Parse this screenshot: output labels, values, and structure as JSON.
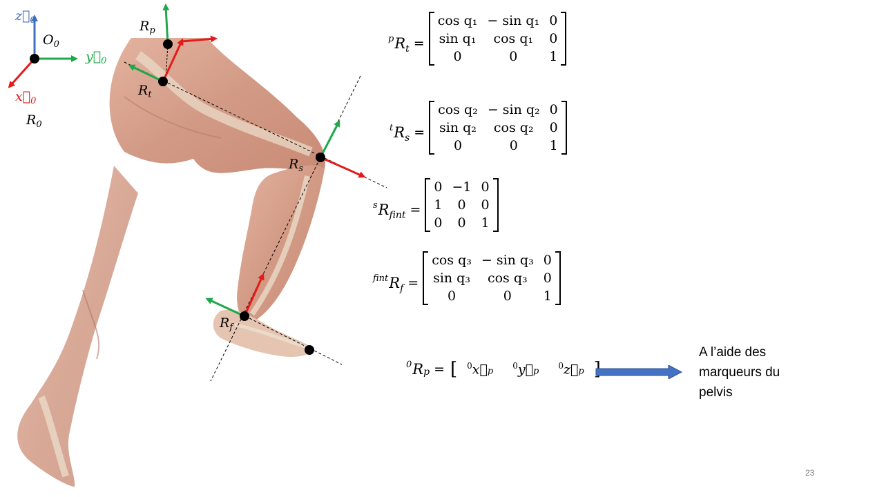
{
  "frame_labels": {
    "z0": "z⃗",
    "z0_sub": "0",
    "y0": "y⃗",
    "y0_sub": "0",
    "x0": "x⃗",
    "x0_sub": "0",
    "O0": "O",
    "O0_sub": "0",
    "R0": "R",
    "R0_sub": "0",
    "Rp": "R",
    "Rp_sub": "p",
    "Rt": "R",
    "Rt_sub": "t",
    "Rs": "R",
    "Rs_sub": "s",
    "Rf": "R",
    "Rf_sub": "f"
  },
  "matrices": [
    {
      "sup": "p",
      "R": "R",
      "sub": "t",
      "eq": "=",
      "rows": [
        [
          "cos q₁",
          "− sin q₁",
          "0"
        ],
        [
          "sin q₁",
          "cos q₁",
          "0"
        ],
        [
          "0",
          "0",
          "1"
        ]
      ]
    },
    {
      "sup": "t",
      "R": "R",
      "sub": "s",
      "eq": "=",
      "rows": [
        [
          "cos q₂",
          "− sin q₂",
          "0"
        ],
        [
          "sin q₂",
          "cos q₂",
          "0"
        ],
        [
          "0",
          "0",
          "1"
        ]
      ]
    },
    {
      "sup": "s",
      "R": "R",
      "sub": "fint",
      "eq": "=",
      "rows": [
        [
          "0",
          "−1",
          "0"
        ],
        [
          "1",
          "0",
          "0"
        ],
        [
          "0",
          "0",
          "1"
        ]
      ]
    },
    {
      "sup": "fint",
      "R": "R",
      "sub": "f",
      "eq": "=",
      "rows": [
        [
          "cos q₃",
          "− sin q₃",
          "0"
        ],
        [
          "sin q₃",
          "cos q₃",
          "0"
        ],
        [
          "0",
          "0",
          "1"
        ]
      ]
    }
  ],
  "pelvis_eq": {
    "sup": "0",
    "R": "R",
    "sub": "p",
    "eq": "=",
    "open": "[",
    "close": "]",
    "v1": "x⃗",
    "v1_sub": "p",
    "v2": "y⃗",
    "v2_sub": "p",
    "v3": "z⃗",
    "v3_sub": "p",
    "vsup": "0"
  },
  "note": "A l’aide des marqueurs du pelvis",
  "page_number": "23",
  "colors": {
    "x_axis": "#e51a1a",
    "y_axis": "#1fa84a",
    "z_axis": "#3f6fbf",
    "arrow": "#4472c4",
    "muscle": "#d9a28e",
    "tendon": "#eadbc8"
  }
}
